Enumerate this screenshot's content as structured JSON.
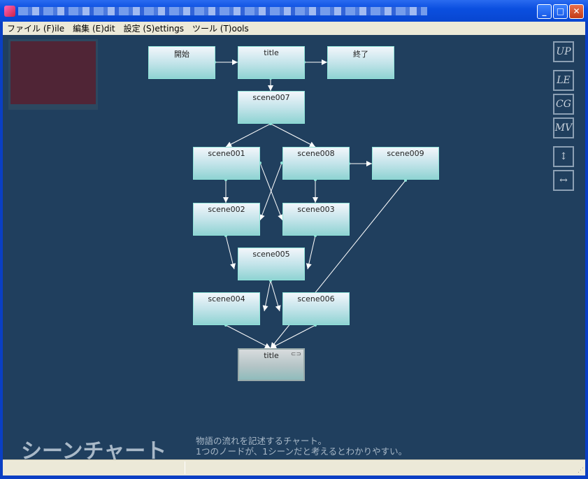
{
  "menu": [
    "ファイル (F)ile",
    "編集 (E)dit",
    "設定 (S)ettings",
    "ツール (T)ools"
  ],
  "window_buttons": {
    "minimize": "_",
    "maximize": "□",
    "close": "✕"
  },
  "nodes": [
    {
      "label": "開始"
    },
    {
      "label": "title"
    },
    {
      "label": "終了"
    },
    {
      "label": "scene007"
    },
    {
      "label": "scene001"
    },
    {
      "label": "scene008"
    },
    {
      "label": "scene009"
    },
    {
      "label": "scene002"
    },
    {
      "label": "scene003"
    },
    {
      "label": "scene005"
    },
    {
      "label": "scene004"
    },
    {
      "label": "scene006"
    },
    {
      "label": "title",
      "link": true
    }
  ],
  "tools": [
    {
      "name": "up",
      "label": "UP"
    },
    {
      "name": "le",
      "label": "LE"
    },
    {
      "name": "cg",
      "label": "CG"
    },
    {
      "name": "mv",
      "label": "MV"
    },
    {
      "name": "fit-vertical",
      "label": "↕"
    },
    {
      "name": "fit-horizontal",
      "label": "↔"
    }
  ],
  "banner": {
    "logo": "シーンチャート",
    "line1": "物語の流れを記述するチャート。",
    "line2": "1つのノードが、1シーンだと考えるとわかりやすい。"
  },
  "colors": {
    "canvas": "#203f5e",
    "node_border": "#8fe3d8",
    "edge": "#ffffff"
  }
}
